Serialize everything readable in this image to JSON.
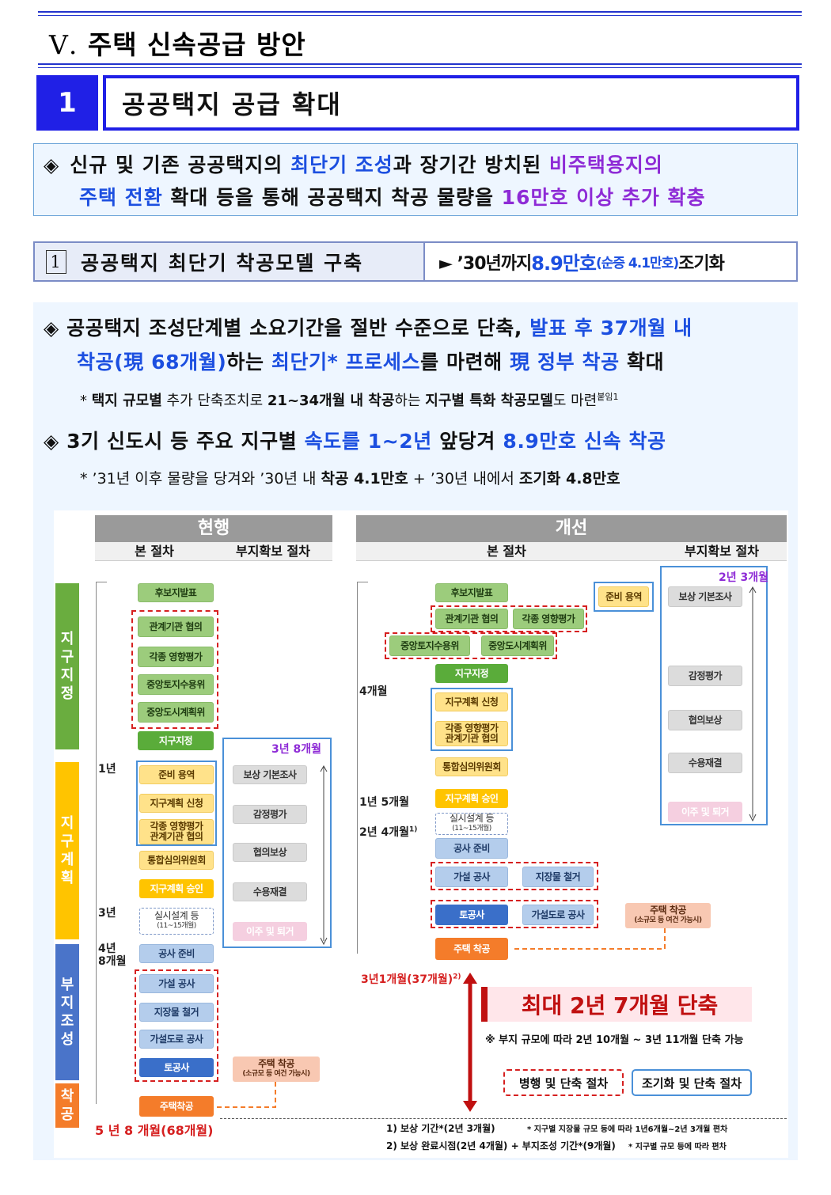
{
  "chapter": {
    "numeral": "Ⅴ.",
    "title": "주택 신속공급 방안"
  },
  "section": {
    "number": "1",
    "title": "공공택지 공급 확대"
  },
  "summary": {
    "marker": "◈",
    "l1_a": "신규 및 기존 공공택지의 ",
    "l1_hl": "최단기 조성",
    "l1_b": "과 장기간 방치된 ",
    "l1_hl2": "비주택용지의",
    "l2_hl": "주택 전환",
    "l2_a": " 확대 등을 통해 공공택지 착공 물량을 ",
    "l2_hl2": "16만호 이상 추가 확충"
  },
  "subsection": {
    "number": "1",
    "title": "공공택지 최단기 착공모델 구축",
    "right_arrow": "► ’30년까지 ",
    "right_hl": "8.9만호",
    "right_hl_small": "(순증 4.1만호)",
    "right_end": " 조기화"
  },
  "bullets": {
    "b1_l1_a": "◈ 공공택지 조성단계별 소요기간을 절반 수준으로 단축, ",
    "b1_l1_hl": "발표 후 37개월 내",
    "b1_l2_hl": "착공(現 68개월)",
    "b1_l2_a": "하는 ",
    "b1_l2_hl2": "최단기* 프로세스",
    "b1_l2_b": "를 마련해 ",
    "b1_l2_hl3": "現 정부 착공",
    "b1_l2_c": " 확대",
    "n1_a": "* ",
    "n1_b1": "택지 규모별",
    "n1_c": " 추가 단축조치로 ",
    "n1_b2": "21~34개월 내 착공",
    "n1_d": "하는 ",
    "n1_b3": "지구별 특화 착공모델",
    "n1_e": "도 마련",
    "n1_sup": "붙임1",
    "b2_a": "◈ 3기 신도시 등 주요 지구별 ",
    "b2_hl": "속도를 1~2년",
    "b2_b": " 앞당겨 ",
    "b2_hl2": "8.9만호 신속 착공",
    "n2_a": "* ’31년 이후 물량을 당겨와 ’30년 내 ",
    "n2_b1": "착공 4.1만호",
    "n2_c": " + ’30년 내에서 ",
    "n2_b2": "조기화 4.8만호"
  },
  "diagram": {
    "hdr_current": "현행",
    "hdr_improved": "개선",
    "sub_main": "본 절차",
    "sub_site": "부지확보 절차",
    "stage_designation": "지\n구\n지\n정",
    "stage_plan": "지\n구\n계\n획",
    "stage_site": "부\n지\n조\n성",
    "stage_start": "착\n공",
    "cur": {
      "a1": "후보지발표",
      "a2": "관계기관 협의",
      "a3": "각종 영향평가",
      "a4": "중앙토지수용위",
      "a5": "중앙도시계획위",
      "a6": "지구지정",
      "a7": "준비 용역",
      "a8": "지구계획 신청",
      "a9": "각종 영향평가\n관계기관 협의",
      "a10": "통합심의위원회",
      "a11": "지구계획 승인",
      "a12": "실시설계 등",
      "a12s": "(11~15개월)",
      "a13": "공사 준비",
      "a14": "가설 공사",
      "a15": "지장물 철거",
      "a16": "가설도로 공사",
      "a17": "토공사",
      "a18": "주택착공",
      "s1": "보상 기본조사",
      "s2": "감정평가",
      "s3": "협의보상",
      "s4": "수용재결",
      "s5": "이주 및 퇴거",
      "h1": "주택 착공",
      "h1s": "(소규모 등 여건 가능시)",
      "t1": "1년",
      "t2": "3년",
      "t3": "4년\n8개월",
      "t_total": "5 년 8 개월(68개월)",
      "t_site": "3년 8개월"
    },
    "imp": {
      "a1": "후보지발표",
      "a2": "관계기관 협의",
      "a3": "각종 영향평가",
      "a4": "중앙토지수용위",
      "a5": "중앙도시계획위",
      "a6": "지구지정",
      "a7": "지구계획 신청",
      "a8": "각종 영향평가\n관계기관 협의",
      "a9": "통합심의위원회",
      "a10": "지구계획 승인",
      "a11": "실시설계 등",
      "a11s": "(11~15개월)",
      "a12": "공사 준비",
      "a13": "가설 공사",
      "a14": "지장물 철거",
      "a15": "토공사",
      "a16": "가설도로 공사",
      "a17": "주택 착공",
      "prep": "준비 용역",
      "s1": "보상 기본조사",
      "s2": "감정평가",
      "s3": "협의보상",
      "s4": "수용재결",
      "s5": "이주 및 퇴거",
      "h1": "주택 착공",
      "h1s": "(소규모 등 여건 가능시)",
      "t1": "4개월",
      "t2": "1년 5개월",
      "t3": "2년 4개월",
      "t3sup": "1)",
      "t_total": "3년1개월(37개월)",
      "t_total_sup": "2)",
      "t_site": "2년 3개월"
    },
    "max_cut": "최대 2년 7개월 단축",
    "max_cut_note": "※ 부지 규모에 따라 2년 10개월 ~ 3년 11개월 단축 가능",
    "legend_dash": "병행 및 단축 절차",
    "legend_solid": "조기화 및 단축 절차",
    "fn1_a": "1) 보상 기간*(2년 3개월)",
    "fn1_b": "* 지구별 지장물 규모 등에 따라 1년6개월~2년 3개월 편차",
    "fn2_a": "2) 보상 완료시점(2년 4개월) + 부지조성 기간*(9개월)",
    "fn2_b": "* 지구별 규모 등에 따라 편차"
  },
  "colors": {
    "accent_blue": "#2020e6",
    "highlight_cyan": "#1c4fe0",
    "highlight_purple": "#8e2bd6",
    "red": "#d62020"
  }
}
